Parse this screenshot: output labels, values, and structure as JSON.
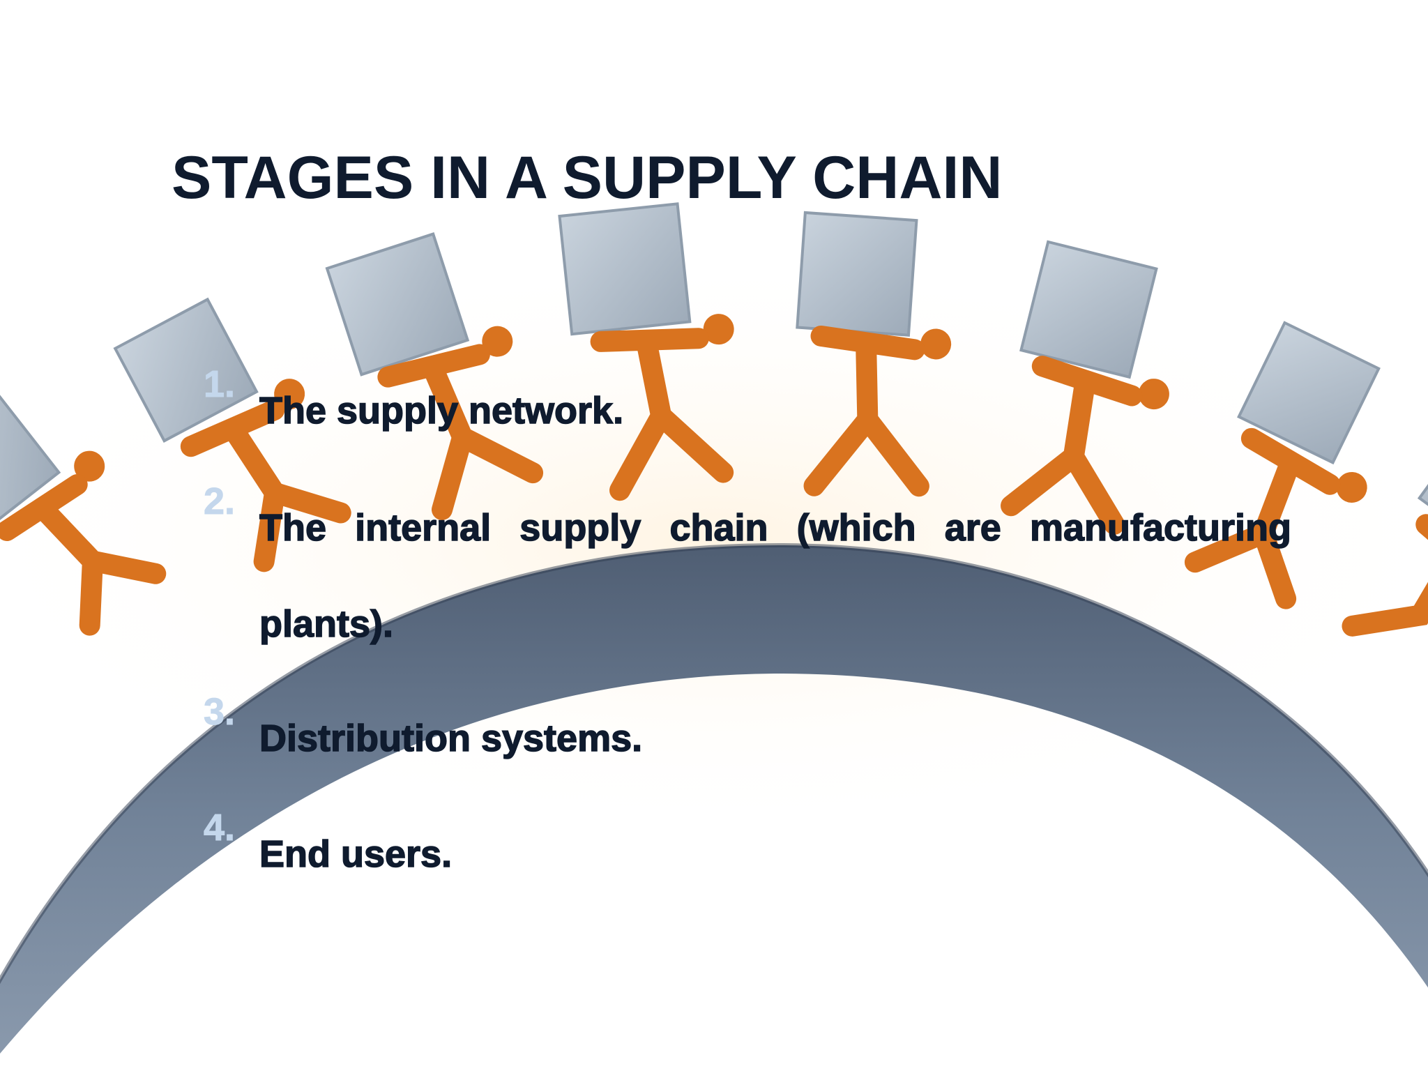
{
  "slide": {
    "title": "STAGES IN A SUPPLY CHAIN",
    "stages": [
      {
        "number": "1.",
        "text": "The supply network."
      },
      {
        "number": "2.",
        "text": "The internal supply chain (which are manufacturing plants)."
      },
      {
        "number": "3.",
        "text": "Distribution systems."
      },
      {
        "number": "4.",
        "text": "End users."
      }
    ]
  },
  "colors": {
    "title": "#0f1b2e",
    "bullet_number": "#c4d7ec",
    "arc": "#5d6f86",
    "figure": "#d9731f",
    "box": "#b7c3cf"
  },
  "illustration": {
    "icon": "people-carrying-boxes-over-arch-icon"
  }
}
